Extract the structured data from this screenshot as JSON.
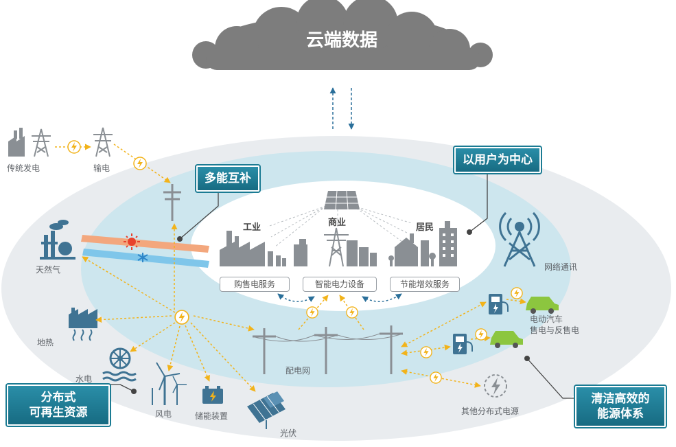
{
  "cloud": {
    "title": "云端数据"
  },
  "badges": {
    "multi_energy": "多能互补",
    "user_centered": "以用户为中心",
    "distributed": [
      "分布式",
      "可再生资源"
    ],
    "clean_efficient": [
      "清洁高效的",
      "能源体系"
    ]
  },
  "sectors": {
    "industry": "工业",
    "commerce": "商业",
    "residence": "居民"
  },
  "services": {
    "purchase": "购售电服务",
    "smart_device": "智能电力设备",
    "energy_saving": "节能增效服务"
  },
  "nodes": {
    "traditional": "传统发电",
    "transmission": "输电",
    "natural_gas": "天然气",
    "geothermal": "地热",
    "hydro": "水电",
    "wind": "风电",
    "storage": "储能装置",
    "solar": "光伏",
    "distribution": "配电网",
    "network": "网络通讯",
    "ev": [
      "电动汽车",
      "售电与反售电"
    ],
    "other": "其他分布式电源"
  },
  "colors": {
    "outer_ring": "#e9ecef",
    "inner_ring": "#cde6ee",
    "teal": "#1b7b93",
    "icon_gray": "#8a8f94",
    "icon_dark": "#3f7393",
    "arrow": "#f2b31a",
    "hot_band": "#f3a77d",
    "cold_band": "#7fc6ea"
  }
}
